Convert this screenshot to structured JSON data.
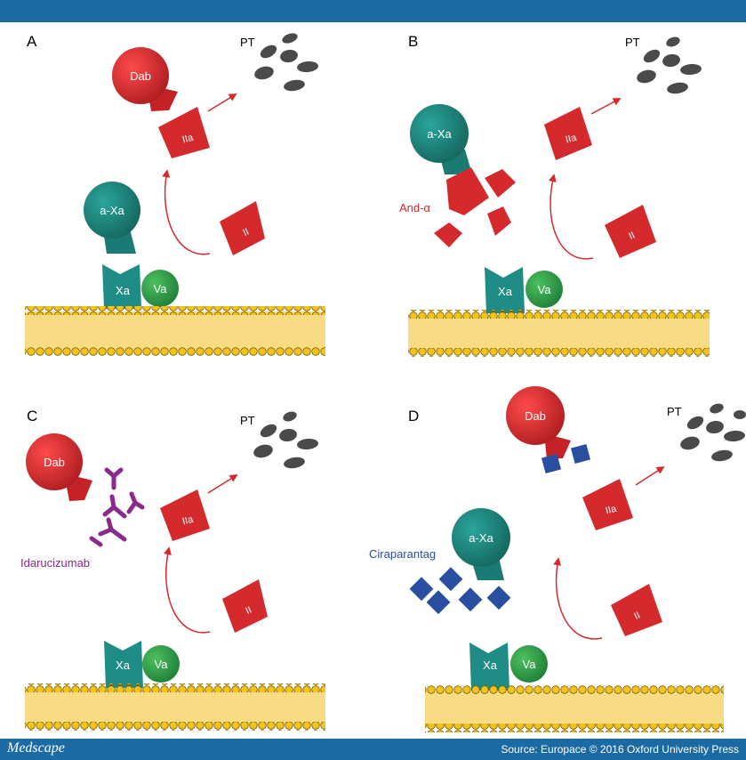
{
  "panels": [
    {
      "letter": "A",
      "pt": "PT",
      "dab": "Dab",
      "iia": "IIa",
      "ii": "II",
      "axa": "a-Xa",
      "xa": "Xa",
      "va": "Va"
    },
    {
      "letter": "B",
      "pt": "PT",
      "axa": "a-Xa",
      "andalpha": "And-α",
      "iia": "IIa",
      "ii": "II",
      "xa": "Xa",
      "va": "Va"
    },
    {
      "letter": "C",
      "pt": "PT",
      "dab": "Dab",
      "idarucizumab": "Idarucizumab",
      "iia": "IIa",
      "ii": "II",
      "xa": "Xa",
      "va": "Va"
    },
    {
      "letter": "D",
      "pt": "PT",
      "dab": "Dab",
      "iia": "IIa",
      "ciraparantag": "Ciraparantag",
      "axa": "a-Xa",
      "ii": "II",
      "xa": "Xa",
      "va": "Va"
    }
  ],
  "footer": {
    "logo": "Medscape",
    "source": "Source: Europace © 2016 Oxford University Press"
  },
  "colors": {
    "brand": "#1b6aa3",
    "red": "#d42a2e",
    "teal": "#1f8c85",
    "green": "#3aa150",
    "purple": "#8a2a8c",
    "blue": "#2a4ea0",
    "membrane": "#f7dc85",
    "bead": "#f3c21b"
  }
}
